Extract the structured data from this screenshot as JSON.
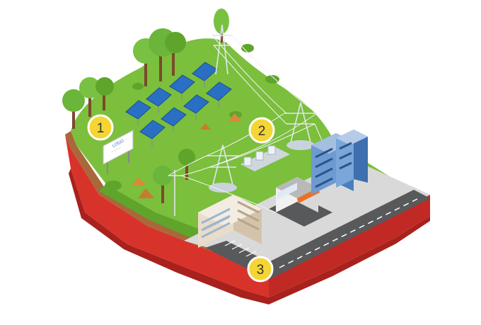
{
  "markers": [
    {
      "label": "1"
    },
    {
      "label": "2"
    },
    {
      "label": "3"
    }
  ],
  "billboard": {
    "brand_text": "LOGO",
    "sub_text": "———"
  },
  "colors": {
    "grass": "#7bbf3d",
    "grass_dark": "#5fa52b",
    "soil_top": "#a9683a",
    "soil_red": "#d8332b",
    "soil_dark": "#b82520",
    "road": "#58595b",
    "road_line": "#ffffff",
    "pavement": "#d9d9d9",
    "marker_fill": "#f5d533",
    "marker_stroke": "#ffffff",
    "panel": "#2a6fc4",
    "panel_frame": "#1b4f93",
    "tower": "#dfe6ee",
    "building_blue": "#4a7fbf",
    "building_beige": "#e9dcc9",
    "shop_awning": "#e8712a"
  },
  "icons": [
    "solar-panel-icon",
    "transmission-tower-icon",
    "substation-icon",
    "tree-icon",
    "office-building-icon",
    "shop-icon",
    "billboard-icon",
    "map-marker-icon"
  ]
}
